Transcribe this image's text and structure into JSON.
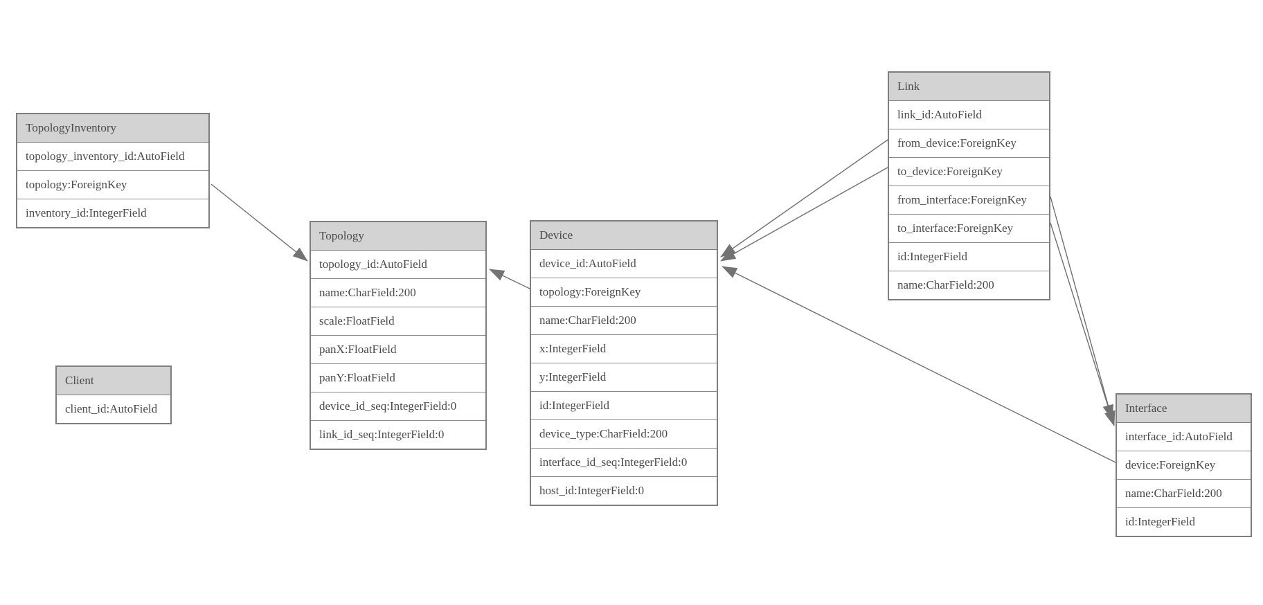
{
  "diagram": {
    "type": "entity-relationship",
    "colors": {
      "header_fill": "#d3d3d3",
      "border": "#7e7e7e",
      "text": "#4a4a4a",
      "line": "#6f6f6f",
      "arrow_fill": "#737373",
      "background": "#ffffff"
    },
    "entities": [
      {
        "name": "TopologyInventory",
        "fields": [
          "topology_inventory_id:AutoField",
          "topology:ForeignKey",
          "inventory_id:IntegerField"
        ]
      },
      {
        "name": "Topology",
        "fields": [
          "topology_id:AutoField",
          "name:CharField:200",
          "scale:FloatField",
          "panX:FloatField",
          "panY:FloatField",
          "device_id_seq:IntegerField:0",
          "link_id_seq:IntegerField:0"
        ]
      },
      {
        "name": "Client",
        "fields": [
          "client_id:AutoField"
        ]
      },
      {
        "name": "Device",
        "fields": [
          "device_id:AutoField",
          "topology:ForeignKey",
          "name:CharField:200",
          "x:IntegerField",
          "y:IntegerField",
          "id:IntegerField",
          "device_type:CharField:200",
          "interface_id_seq:IntegerField:0",
          "host_id:IntegerField:0"
        ]
      },
      {
        "name": "Link",
        "fields": [
          "link_id:AutoField",
          "from_device:ForeignKey",
          "to_device:ForeignKey",
          "from_interface:ForeignKey",
          "to_interface:ForeignKey",
          "id:IntegerField",
          "name:CharField:200"
        ]
      },
      {
        "name": "Interface",
        "fields": [
          "interface_id:AutoField",
          "device:ForeignKey",
          "name:CharField:200",
          "id:IntegerField"
        ]
      }
    ],
    "relationships": [
      {
        "from": "TopologyInventory.topology",
        "to": "Topology"
      },
      {
        "from": "Device.topology",
        "to": "Topology"
      },
      {
        "from": "Link.from_device",
        "to": "Device"
      },
      {
        "from": "Link.to_device",
        "to": "Device"
      },
      {
        "from": "Link.from_interface",
        "to": "Interface"
      },
      {
        "from": "Link.to_interface",
        "to": "Interface"
      },
      {
        "from": "Interface.device",
        "to": "Device"
      }
    ]
  }
}
